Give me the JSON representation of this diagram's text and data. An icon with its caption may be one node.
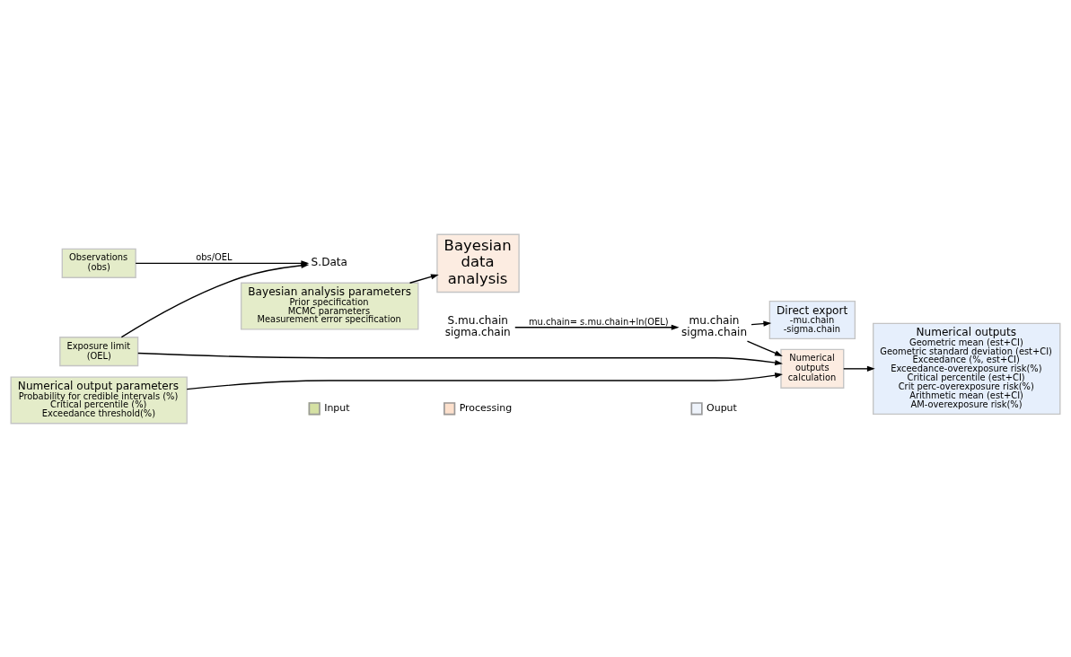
{
  "diagram": {
    "nodes": [
      {
        "text": [
          "Observations (obs)"
        ]
      },
      {
        "text": [
          "Exposure limit (OEL)"
        ]
      },
      {
        "text": [
          "Numerical output parameters",
          "Probability for credible intervals (%)",
          "Critical percentile (%)",
          "Exceedance threshold(%)"
        ]
      },
      {
        "text": [
          "Bayesian analysis parameters",
          "Prior specification",
          "MCMC parameters",
          "Measurement error specification"
        ]
      },
      {
        "text": [
          "S.Data"
        ]
      },
      {
        "text": [
          "Bayesian data analysis"
        ]
      },
      {
        "text": [
          "S.mu.chain",
          "sigma.chain"
        ]
      },
      {
        "text": [
          "mu.chain",
          "sigma.chain"
        ]
      },
      {
        "text": [
          "Direct export",
          "-mu.chain",
          "-sigma.chain"
        ]
      },
      {
        "text": [
          "Numerical outputs calculation"
        ]
      },
      {
        "text": [
          "Numerical outputs",
          "Geometric mean (est+CI)",
          "Geometric standard deviation (est+CI)",
          "Exceedance (%, est+CI)",
          "Exceedance-overexposure risk(%)",
          "Critical percentile (est+CI)",
          "Crit perc-overexposure risk(%)",
          "Arithmetic mean (est+CI)",
          "AM-overexposure risk(%)"
        ]
      }
    ],
    "edges": [
      {
        "from": 0,
        "to": 4,
        "arrow": "to",
        "label": "obs/OEL"
      },
      {
        "from": 1,
        "to": 4,
        "arrow": "to"
      },
      {
        "from": 3,
        "to": 5,
        "arrow": "to"
      },
      {
        "from": 6,
        "to": 7,
        "arrow": "to",
        "label": "mu.chain= s.mu.chain+ln(OEL)"
      },
      {
        "from": 7,
        "to": 8,
        "arrow": "to"
      },
      {
        "from": 7,
        "to": 9,
        "arrow": "to"
      },
      {
        "from": 1,
        "to": 9,
        "arrow": "to"
      },
      {
        "from": 2,
        "to": 9,
        "arrow": "to"
      },
      {
        "from": 9,
        "to": 10,
        "arrow": "to"
      }
    ],
    "legend": [
      {
        "text": "Input",
        "color": "#d5e1a3"
      },
      {
        "text": "Processing",
        "color": "#fde0cc"
      },
      {
        "text": "Ouput",
        "color": "#eef3fb"
      }
    ]
  }
}
